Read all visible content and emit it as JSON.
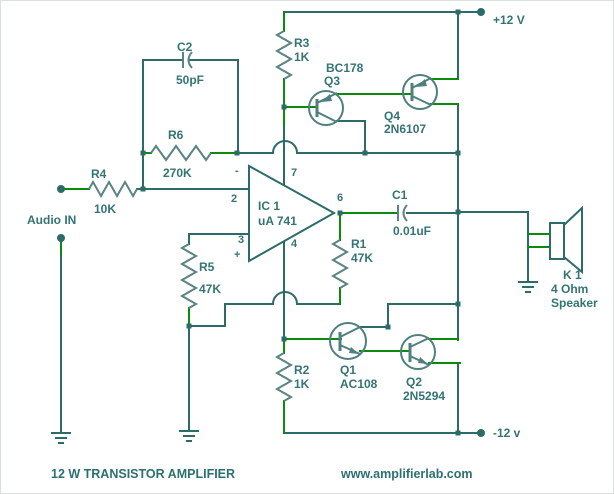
{
  "title": "12 W TRANSISTOR AMPLIFIER",
  "website": "www.amplifierlab.com",
  "power": {
    "positive_label": "+12 V",
    "negative_label": "-12 v"
  },
  "input": {
    "label": "Audio IN"
  },
  "ic": {
    "name": "IC 1",
    "part": "uA 741",
    "pin_inverting": "2",
    "pin_noninverting": "3",
    "pin_vplus": "7",
    "pin_vminus": "4",
    "pin_output": "6",
    "inverting_sign": "-",
    "noninverting_sign": "+"
  },
  "resistors": {
    "r1": {
      "ref": "R1",
      "value": "47K"
    },
    "r2": {
      "ref": "R2",
      "value": "1K"
    },
    "r3": {
      "ref": "R3",
      "value": "1K"
    },
    "r4": {
      "ref": "R4",
      "value": "10K"
    },
    "r5": {
      "ref": "R5",
      "value": "47K"
    },
    "r6": {
      "ref": "R6",
      "value": "270K"
    }
  },
  "capacitors": {
    "c1": {
      "ref": "C1",
      "value": "0.01uF"
    },
    "c2": {
      "ref": "C2",
      "value": "50pF"
    }
  },
  "transistors": {
    "q1": {
      "ref": "Q1",
      "part": "AC108"
    },
    "q2": {
      "ref": "Q2",
      "part": "2N5294"
    },
    "q3": {
      "ref": "Q3",
      "part": "BC178"
    },
    "q4": {
      "ref": "Q4",
      "part": "2N6107"
    }
  },
  "speaker": {
    "ref": "K 1",
    "impedance": "4 Ohm",
    "type_label": "Speaker"
  },
  "colors": {
    "wire": "#2d6b6b",
    "lead_green": "#0b8a0b",
    "component": "#5a8383",
    "text": "#347474",
    "background": "#ffffff"
  }
}
